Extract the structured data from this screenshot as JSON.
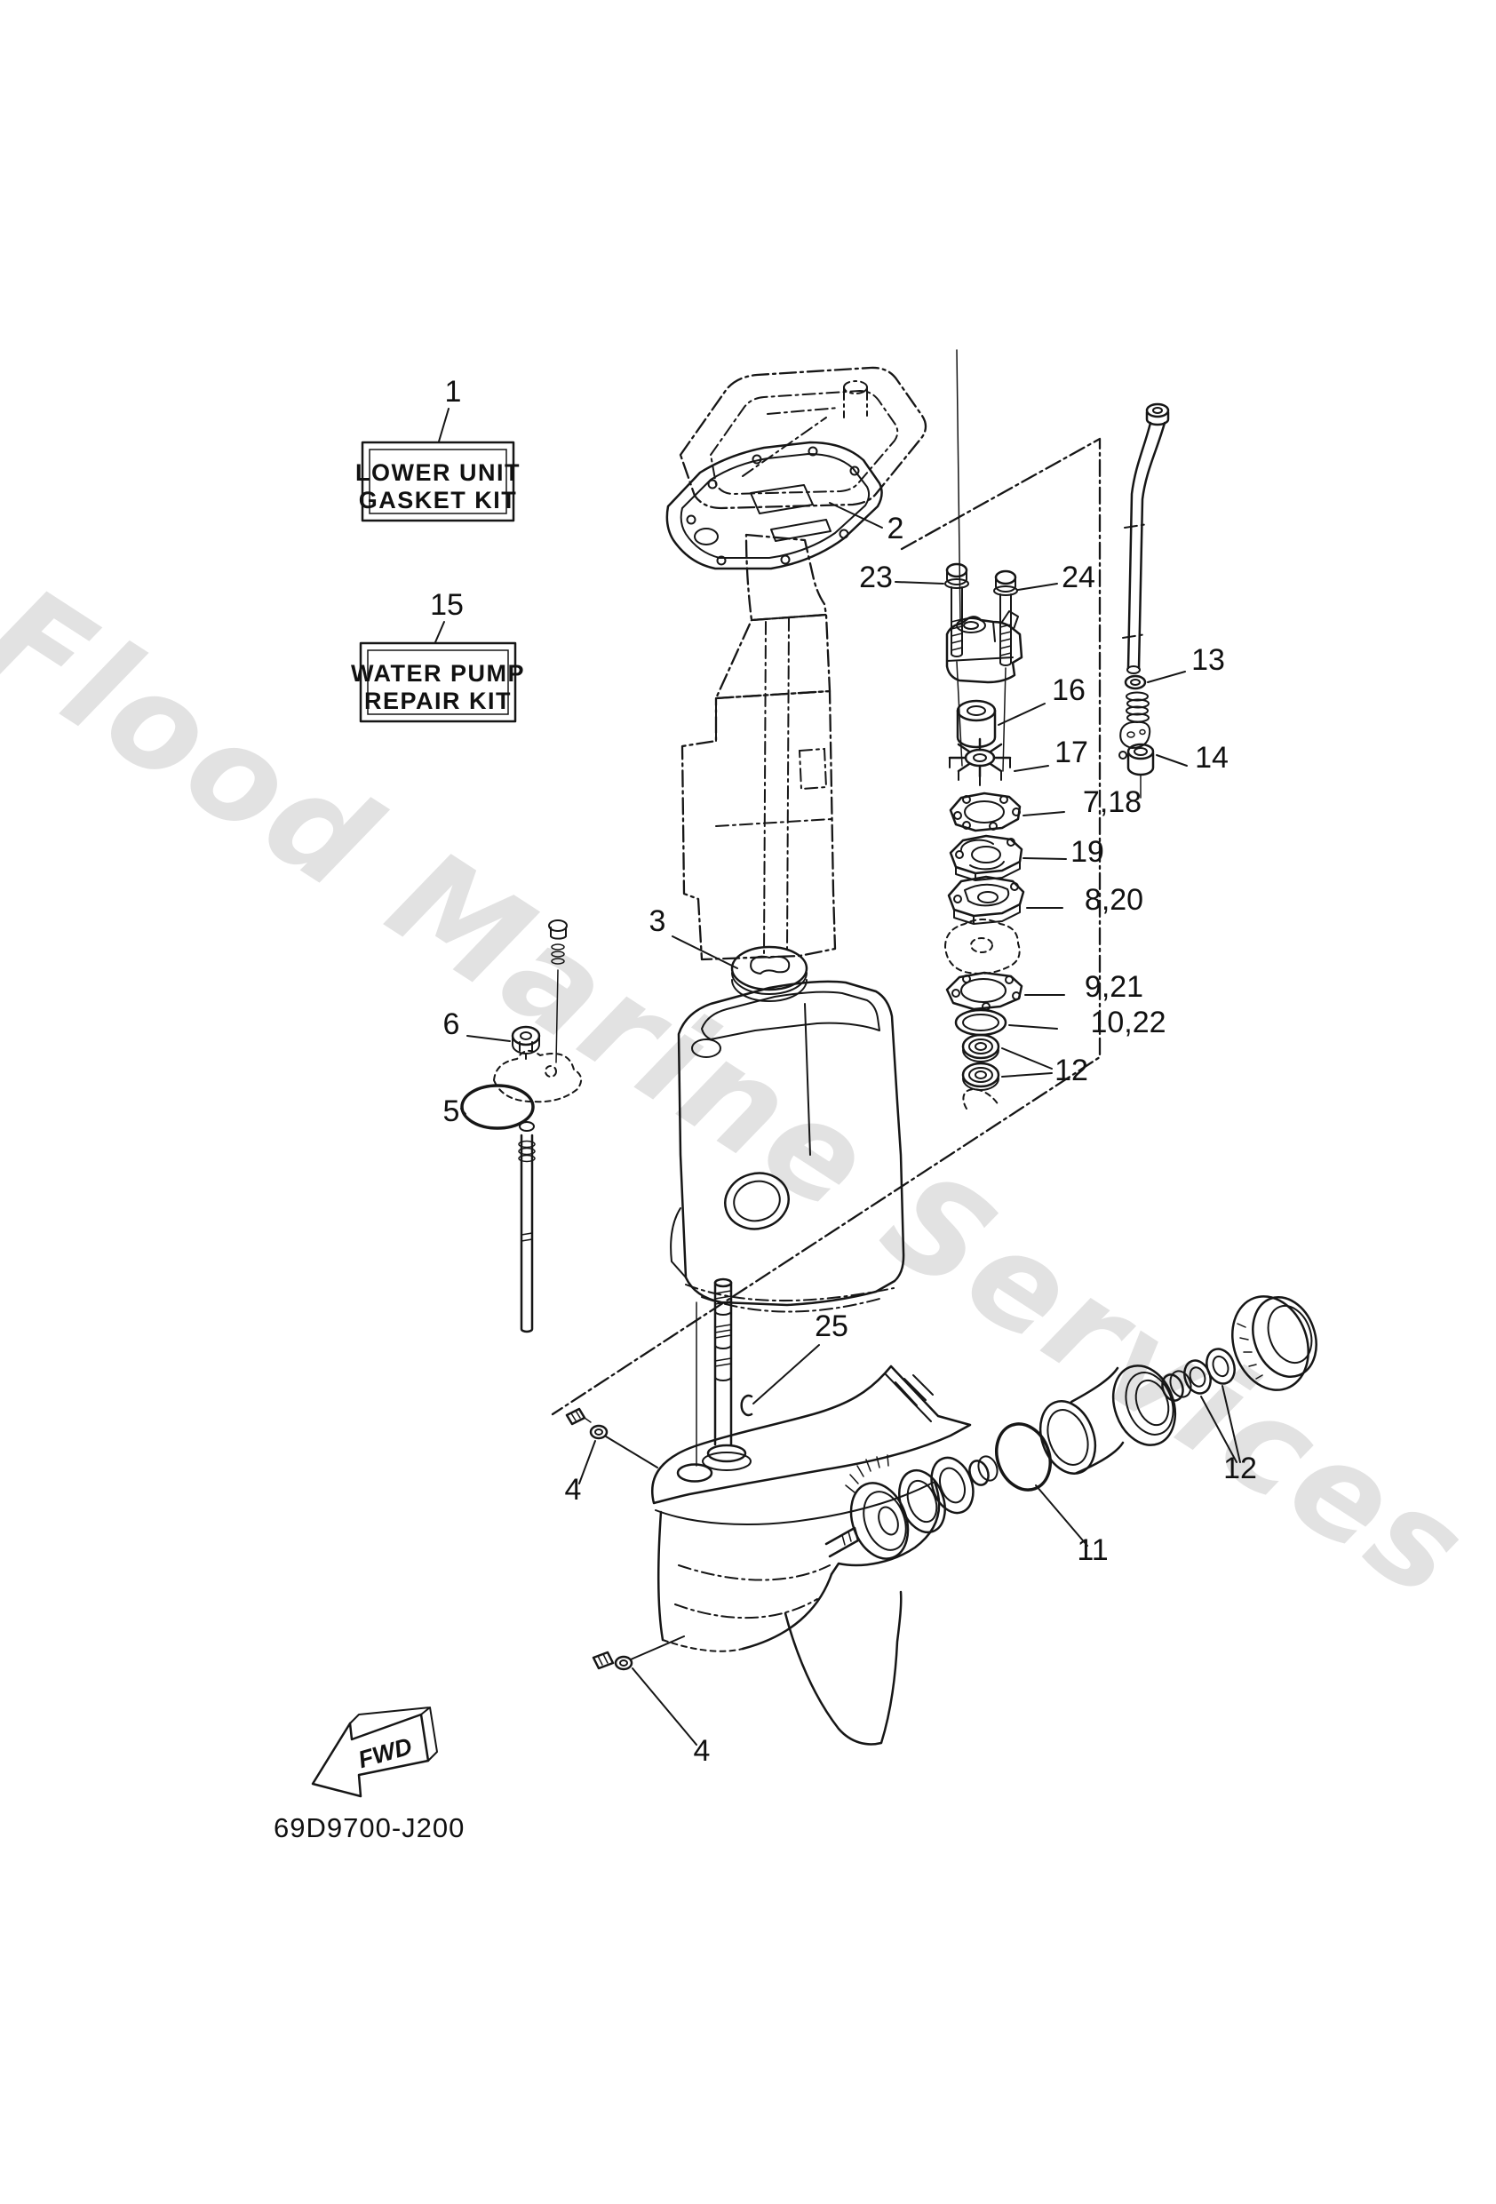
{
  "watermark": {
    "text": "Flood Marine Services",
    "color": "#e2e2e2"
  },
  "ink_color": "#161616",
  "code": "69D9700-J200",
  "fwd": "FWD",
  "boxes": {
    "b1": {
      "num": "1",
      "l1": "LOWER UNIT",
      "l2": "GASKET KIT"
    },
    "b15": {
      "num": "15",
      "l1": "WATER PUMP",
      "l2": "REPAIR KIT"
    }
  },
  "callouts": {
    "n2": "2",
    "n3": "3",
    "n4a": "4",
    "n4b": "4",
    "n5": "5",
    "n6": "6",
    "n7_18": "7,18",
    "n8_20": "8,20",
    "n9_21": "9,21",
    "n10_22": "10,22",
    "n11": "11",
    "n12a": "12",
    "n12b": "12",
    "n13": "13",
    "n14": "14",
    "n16": "16",
    "n17": "17",
    "n19": "19",
    "n23": "23",
    "n24": "24",
    "n25": "25"
  }
}
